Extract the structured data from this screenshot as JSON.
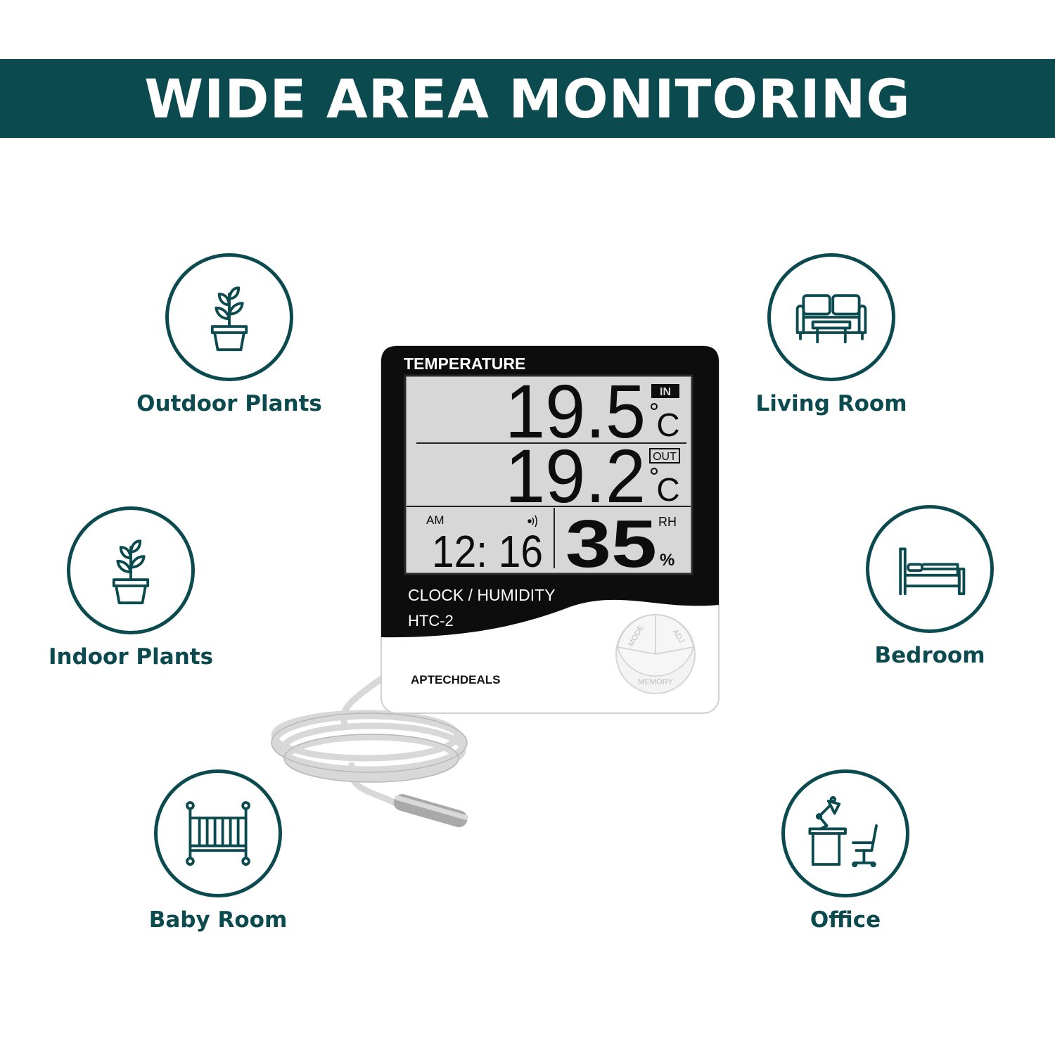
{
  "banner": {
    "title": "WIDE AREA MONITORING"
  },
  "features": {
    "outdoor_plants": "Outdoor Plants",
    "indoor_plants": "Indoor Plants",
    "baby_room": "Baby Room",
    "living_room": "Living Room",
    "bedroom": "Bedroom",
    "office": "Office"
  },
  "device": {
    "header": "TEMPERATURE",
    "indoor_temp": "19.5",
    "indoor_tag": "IN",
    "outdoor_temp": "19.2",
    "outdoor_tag": "OUT",
    "temp_unit": "C",
    "clock_period": "AM",
    "clock_time": "12: 16",
    "humidity": "35",
    "humidity_tag": "RH",
    "humidity_unit": "%",
    "mode_label": "CLOCK / HUMIDITY",
    "model": "HTC-2",
    "brand": "APTECHDEALS",
    "buttons": {
      "mode": "MODE",
      "adj": "ADJ",
      "memory": "MEMORY"
    }
  },
  "colors": {
    "teal": "#0b4a4f",
    "lcd": "#d7d7d7",
    "bezel": "#0d0d0d"
  }
}
